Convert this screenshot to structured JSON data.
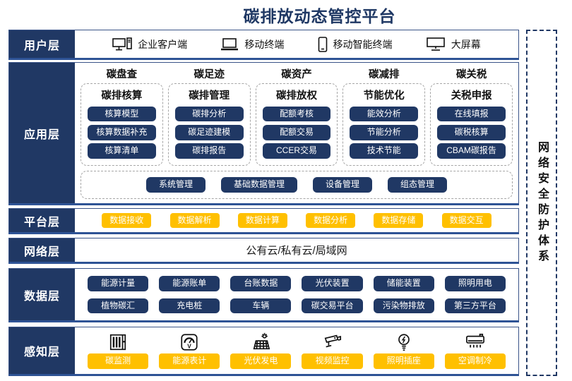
{
  "title": "碳排放动态管控平台",
  "security_panel": {
    "label": "网络安全防护体系"
  },
  "colors": {
    "navy": "#203864",
    "title_navy": "#1F3864",
    "accent_orange": "#FFC000",
    "border_blue": "#2E5395",
    "dashed_gray": "#A6A6A6"
  },
  "layers": {
    "user": {
      "label": "用户层",
      "items": [
        {
          "icon": "desktop-pc-icon",
          "label": "企业客户端"
        },
        {
          "icon": "laptop-icon",
          "label": "移动终端"
        },
        {
          "icon": "smartphone-icon",
          "label": "移动智能终端"
        },
        {
          "icon": "big-screen-icon",
          "label": "大屏幕"
        }
      ]
    },
    "application": {
      "label": "应用层",
      "columns": [
        {
          "header": "碳盘查",
          "subheader": "碳排核算",
          "items": [
            "核算模型",
            "核算数据补充",
            "核算清单"
          ]
        },
        {
          "header": "碳足迹",
          "subheader": "碳排管理",
          "items": [
            "碳排分析",
            "碳足迹建模",
            "碳排报告"
          ]
        },
        {
          "header": "碳资产",
          "subheader": "碳排放权",
          "items": [
            "配额考核",
            "配额交易",
            "CCER交易"
          ]
        },
        {
          "header": "碳减排",
          "subheader": "节能优化",
          "items": [
            "能效分析",
            "节能分析",
            "技术节能"
          ]
        },
        {
          "header": "碳关税",
          "subheader": "关税申报",
          "items": [
            "在线填报",
            "碳税核算",
            "CBAM碳报告"
          ]
        }
      ],
      "common_modules": [
        "系统管理",
        "基础数据管理",
        "设备管理",
        "组态管理"
      ]
    },
    "platform": {
      "label": "平台层",
      "items": [
        "数据接收",
        "数据解析",
        "数据计算",
        "数据分析",
        "数据存储",
        "数据交互"
      ]
    },
    "network": {
      "label": "网络层",
      "content": "公有云/私有云/局域网"
    },
    "data": {
      "label": "数据层",
      "rows": [
        [
          "能源计量",
          "能源账单",
          "台账数据",
          "光伏装置",
          "储能装置",
          "照明用电"
        ],
        [
          "植物碳汇",
          "充电桩",
          "车辆",
          "碳交易平台",
          "污染物排放",
          "第三方平台"
        ]
      ]
    },
    "perception": {
      "label": "感知层",
      "items": [
        {
          "icon": "carbon-monitor-icon",
          "label": "碳监测"
        },
        {
          "icon": "energy-meter-icon",
          "label": "能源表计"
        },
        {
          "icon": "solar-panel-icon",
          "label": "光伏发电"
        },
        {
          "icon": "cctv-camera-icon",
          "label": "视频监控"
        },
        {
          "icon": "light-bulb-icon",
          "label": "照明插座"
        },
        {
          "icon": "air-conditioner-icon",
          "label": "空调制冷"
        }
      ]
    }
  }
}
